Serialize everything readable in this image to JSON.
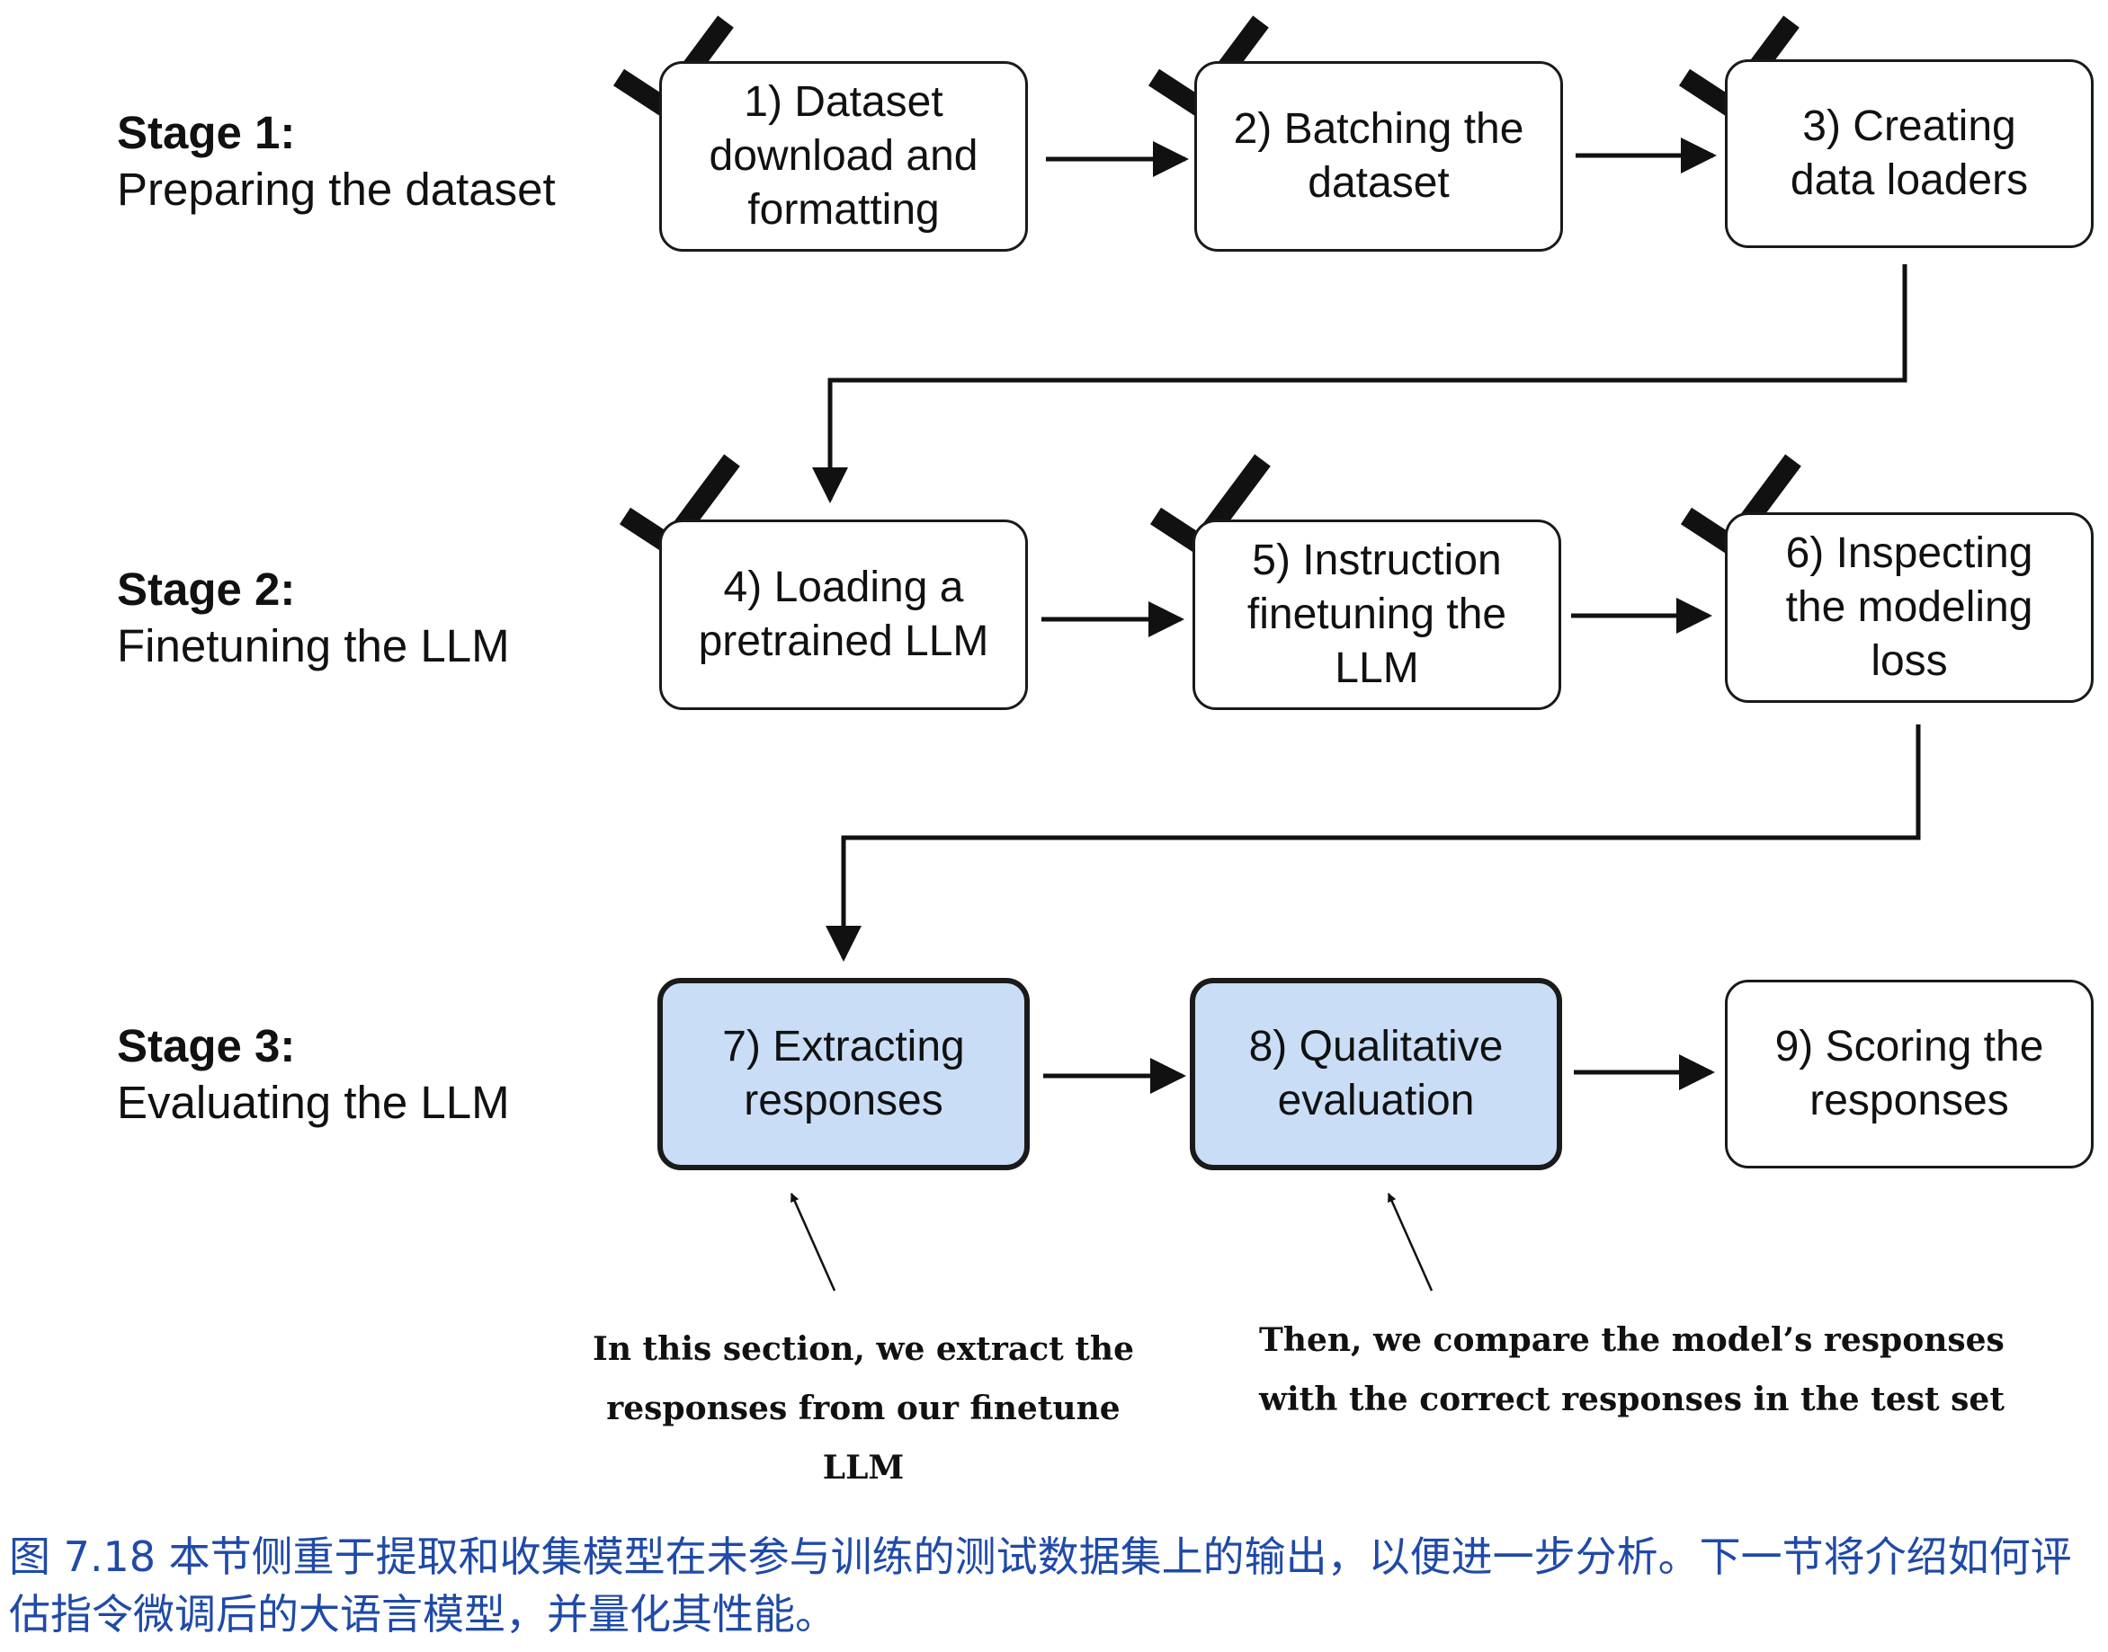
{
  "stages": [
    {
      "title": "Stage 1:",
      "subtitle": "Preparing the dataset"
    },
    {
      "title": "Stage 2:",
      "subtitle": "Finetuning the LLM"
    },
    {
      "title": "Stage 3:",
      "subtitle": "Evaluating the LLM"
    }
  ],
  "steps": [
    {
      "label": "1) Dataset\ndownload and\nformatting",
      "completed": true,
      "highlighted": false
    },
    {
      "label": "2) Batching the\ndataset",
      "completed": true,
      "highlighted": false
    },
    {
      "label": "3) Creating\ndata loaders",
      "completed": true,
      "highlighted": false
    },
    {
      "label": "4) Loading a\npretrained LLM",
      "completed": true,
      "highlighted": false
    },
    {
      "label": "5) Instruction\nfinetuning the\nLLM",
      "completed": true,
      "highlighted": false
    },
    {
      "label": "6) Inspecting\nthe modeling\nloss",
      "completed": true,
      "highlighted": false
    },
    {
      "label": "7) Extracting\nresponses",
      "completed": false,
      "highlighted": true
    },
    {
      "label": "8) Qualitative\nevaluation",
      "completed": false,
      "highlighted": true
    },
    {
      "label": "9) Scoring the\nresponses",
      "completed": false,
      "highlighted": false
    }
  ],
  "annotations": [
    {
      "text": "In this section, we extract the\nresponses from our finetune LLM"
    },
    {
      "text": "Then, we compare the model’s responses\nwith the correct responses in the test set"
    }
  ],
  "caption": "图 7.18 本节侧重于提取和收集模型在未参与训练的测试数据集上的输出，以便进一步分析。下一节将介绍如何评估指令微调后的大语言模型，并量化其性能。",
  "colors": {
    "highlight_fill": "#c9def6",
    "caption_text": "#1f4aa8",
    "line": "#111111"
  }
}
